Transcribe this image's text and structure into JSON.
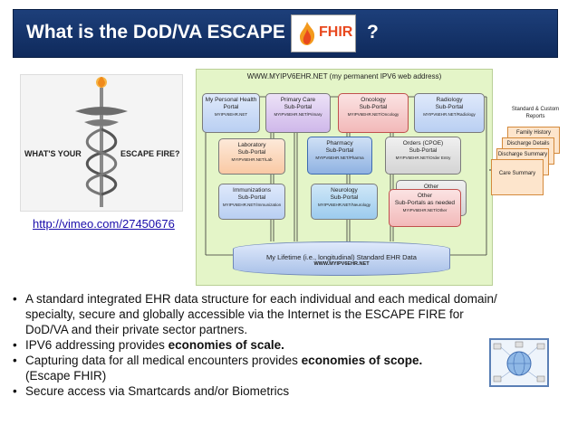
{
  "banner": {
    "title": "What is the DoD/VA ESCAPE",
    "logo_text": "FHIR",
    "question_mark": "?"
  },
  "poster": {
    "text_left": "WHAT'S YOUR",
    "text_right": "ESCAPE FIRE?"
  },
  "link": "http://vimeo.com/27450676",
  "diagram": {
    "header": "WWW.MYIPV6EHR.NET (my permanent IPV6 web address)",
    "portals": [
      {
        "l1": "My Personal Health",
        "l2": "Portal",
        "url": "MYIPV6EHR.NET"
      },
      {
        "l1": "Primary Care",
        "l2": "Sub-Portal",
        "url": "MYIPV6EHR.NET/Primary"
      },
      {
        "l1": "Oncology",
        "l2": "Sub-Portal",
        "url": "MYIPV6EHR.NET/Oncology"
      },
      {
        "l1": "Radiology",
        "l2": "Sub-Portal",
        "url": "MYIPV6EHR.NET/Radiology"
      },
      {
        "l1": "Laboratory",
        "l2": "Sub-Portal",
        "url": "MYIPV6EHR.NET/Lab"
      },
      {
        "l1": "Pharmacy",
        "l2": "Sub-Portal",
        "url": "MYIPV6EHR.NET/Pharma"
      },
      {
        "l1": "Orders (CPOE)",
        "l2": "Sub-Portal",
        "url": "MYIPV6EHR.NET/Order Entry"
      },
      {
        "l1": "Immunizations",
        "l2": "Sub-Portal",
        "url": "MYIPV6EHR.NET/Immunization"
      },
      {
        "l1": "Neurology",
        "l2": "Sub-Portal",
        "url": "MYIPV6EHR.NET/Neurology"
      },
      {
        "l1": "Other",
        "l2": "Sub-Portals as needed",
        "url": "MYIPV6EHR.NET/Other"
      }
    ],
    "back_other": "Other",
    "store": "My Lifetime (i.e., longitudinal) Standard EHR Data",
    "store_url": "WWW.MYIPV6EHR.NET"
  },
  "reports": {
    "title": "Standard & Custom Reports",
    "items": [
      "Family History",
      "Discharge Details",
      "Discharge Summary",
      "Care Summary"
    ]
  },
  "bullets": {
    "b1": "A standard integrated EHR data structure for each individual and each medical domain/ specialty, secure and globally accessible via the Internet is the ESCAPE FIRE for DoD/VA and their private sector partners.",
    "b2_plain": "IPV6 addressing provides ",
    "b2_bold": "economies of scale.",
    "b3_plain": "Capturing data for all medical encounters provides ",
    "b3_bold": "economies of scope.",
    "b3_sub": "(Escape FHIR)",
    "b4": "Secure access via Smartcards and/or Biometrics"
  },
  "colors": {
    "banner": "#1d3f7a",
    "diagram_bg": "#e4f5c8",
    "fhir": "#e8481e",
    "link": "#1a0dab"
  }
}
